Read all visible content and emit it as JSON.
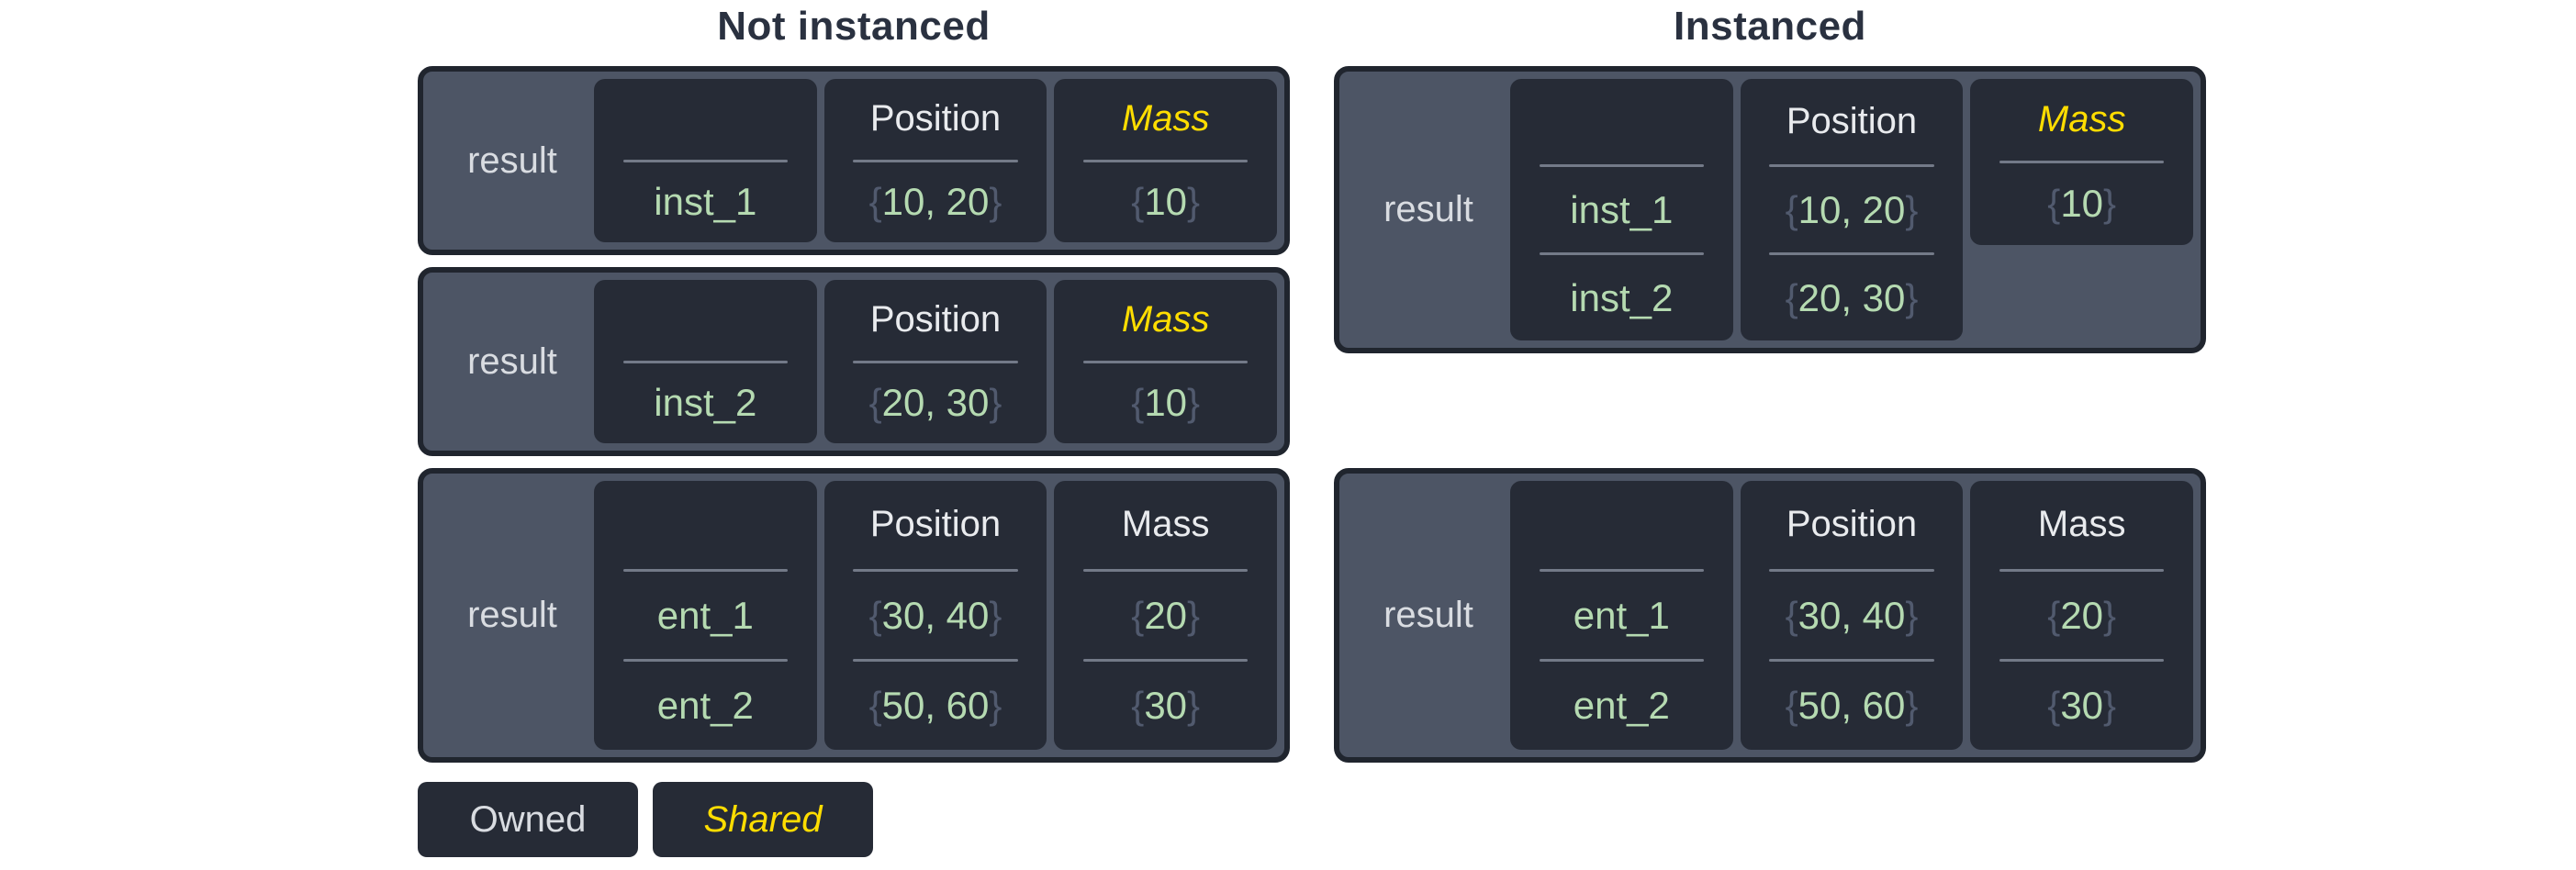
{
  "titles": {
    "left": "Not instanced",
    "right": "Instanced"
  },
  "legend": {
    "owned": "Owned",
    "shared": "Shared"
  },
  "colors": {
    "shared_accent": "#ffdd00",
    "value_green": "#b5dab1",
    "owned_text": "#e9ebee",
    "block_background": "#4d5565",
    "cell_background": "#262b36",
    "block_border": "#20252e"
  },
  "blocks": [
    {
      "id": "not-instanced-1",
      "label": "result",
      "columns": [
        {
          "header": "",
          "shared": false,
          "values": [
            {
              "open": "",
              "num": "inst_1",
              "close": ""
            }
          ]
        },
        {
          "header": "Position",
          "shared": false,
          "values": [
            {
              "open": "{",
              "num": "10, 20",
              "close": "}"
            }
          ]
        },
        {
          "header": "Mass",
          "shared": true,
          "values": [
            {
              "open": "{",
              "num": "10",
              "close": "}"
            }
          ]
        }
      ]
    },
    {
      "id": "not-instanced-2",
      "label": "result",
      "columns": [
        {
          "header": "",
          "shared": false,
          "values": [
            {
              "open": "",
              "num": "inst_2",
              "close": ""
            }
          ]
        },
        {
          "header": "Position",
          "shared": false,
          "values": [
            {
              "open": "{",
              "num": "20, 30",
              "close": "}"
            }
          ]
        },
        {
          "header": "Mass",
          "shared": true,
          "values": [
            {
              "open": "{",
              "num": "10",
              "close": "}"
            }
          ]
        }
      ]
    },
    {
      "id": "not-instanced-3",
      "label": "result",
      "columns": [
        {
          "header": "",
          "shared": false,
          "values": [
            {
              "open": "",
              "num": "ent_1",
              "close": ""
            },
            {
              "open": "",
              "num": "ent_2",
              "close": ""
            }
          ]
        },
        {
          "header": "Position",
          "shared": false,
          "values": [
            {
              "open": "{",
              "num": "30, 40",
              "close": "}"
            },
            {
              "open": "{",
              "num": "50, 60",
              "close": "}"
            }
          ]
        },
        {
          "header": "Mass",
          "shared": false,
          "values": [
            {
              "open": "{",
              "num": "20",
              "close": "}"
            },
            {
              "open": "{",
              "num": "30",
              "close": "}"
            }
          ]
        }
      ]
    },
    {
      "id": "instanced-1",
      "label": "result",
      "columns": [
        {
          "header": "",
          "shared": false,
          "values": [
            {
              "open": "",
              "num": "inst_1",
              "close": ""
            },
            {
              "open": "",
              "num": "inst_2",
              "close": ""
            }
          ]
        },
        {
          "header": "Position",
          "shared": false,
          "values": [
            {
              "open": "{",
              "num": "10, 20",
              "close": "}"
            },
            {
              "open": "{",
              "num": "20, 30",
              "close": "}"
            }
          ]
        },
        {
          "header": "Mass",
          "shared": true,
          "short": true,
          "values": [
            {
              "open": "{",
              "num": "10",
              "close": "}"
            }
          ]
        }
      ]
    },
    {
      "id": "instanced-2",
      "label": "result",
      "columns": [
        {
          "header": "",
          "shared": false,
          "values": [
            {
              "open": "",
              "num": "ent_1",
              "close": ""
            },
            {
              "open": "",
              "num": "ent_2",
              "close": ""
            }
          ]
        },
        {
          "header": "Position",
          "shared": false,
          "values": [
            {
              "open": "{",
              "num": "30, 40",
              "close": "}"
            },
            {
              "open": "{",
              "num": "50, 60",
              "close": "}"
            }
          ]
        },
        {
          "header": "Mass",
          "shared": false,
          "values": [
            {
              "open": "{",
              "num": "20",
              "close": "}"
            },
            {
              "open": "{",
              "num": "30",
              "close": "}"
            }
          ]
        }
      ]
    }
  ]
}
